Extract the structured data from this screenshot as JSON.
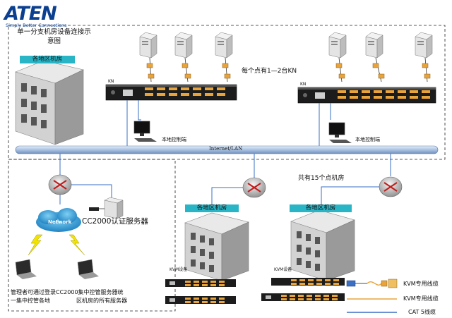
{
  "logo": {
    "name": "ATEN",
    "slogan": "Simply Better Connections"
  },
  "title": "单一分支机房设备连接示意图",
  "rooms": {
    "top_left": "各地区机房",
    "bottom_left": "各地区机房",
    "bottom_right": "各地区机房"
  },
  "kn_label": "KN",
  "per_site_note": "每个点有1—2台KN",
  "local_console": "本地控制端",
  "lan_label": "Internet/LAN",
  "sites_note": "共有15个点机房",
  "network_label": "Network",
  "auth_server": "CC2000认证服务器",
  "kvm_device": "KVM设备",
  "admin_note": "管理者可通过登录CC2000集中控管服务器统一集中控管各地区机房的所有服务器",
  "admin_note_line1": "管理者可通过登录CC2000集中控管服务器统",
  "admin_note_line2": "一集中控管各地",
  "admin_note_line3": "区机房的所有服务器",
  "legend": [
    {
      "label": "KVM专用线缆",
      "color": "#e8a33a"
    },
    {
      "label": "KVM专用线缆",
      "color": "#e8a33a"
    },
    {
      "label": "CAT 5线缆",
      "color": "#3a6fc4"
    }
  ],
  "colors": {
    "brand": "#0b3f8f",
    "room_tag": "#2ab5c6",
    "lan_bus": "#b9cfe8",
    "cat5": "#3a6fc4",
    "kvm_cable": "#e8a33a"
  }
}
